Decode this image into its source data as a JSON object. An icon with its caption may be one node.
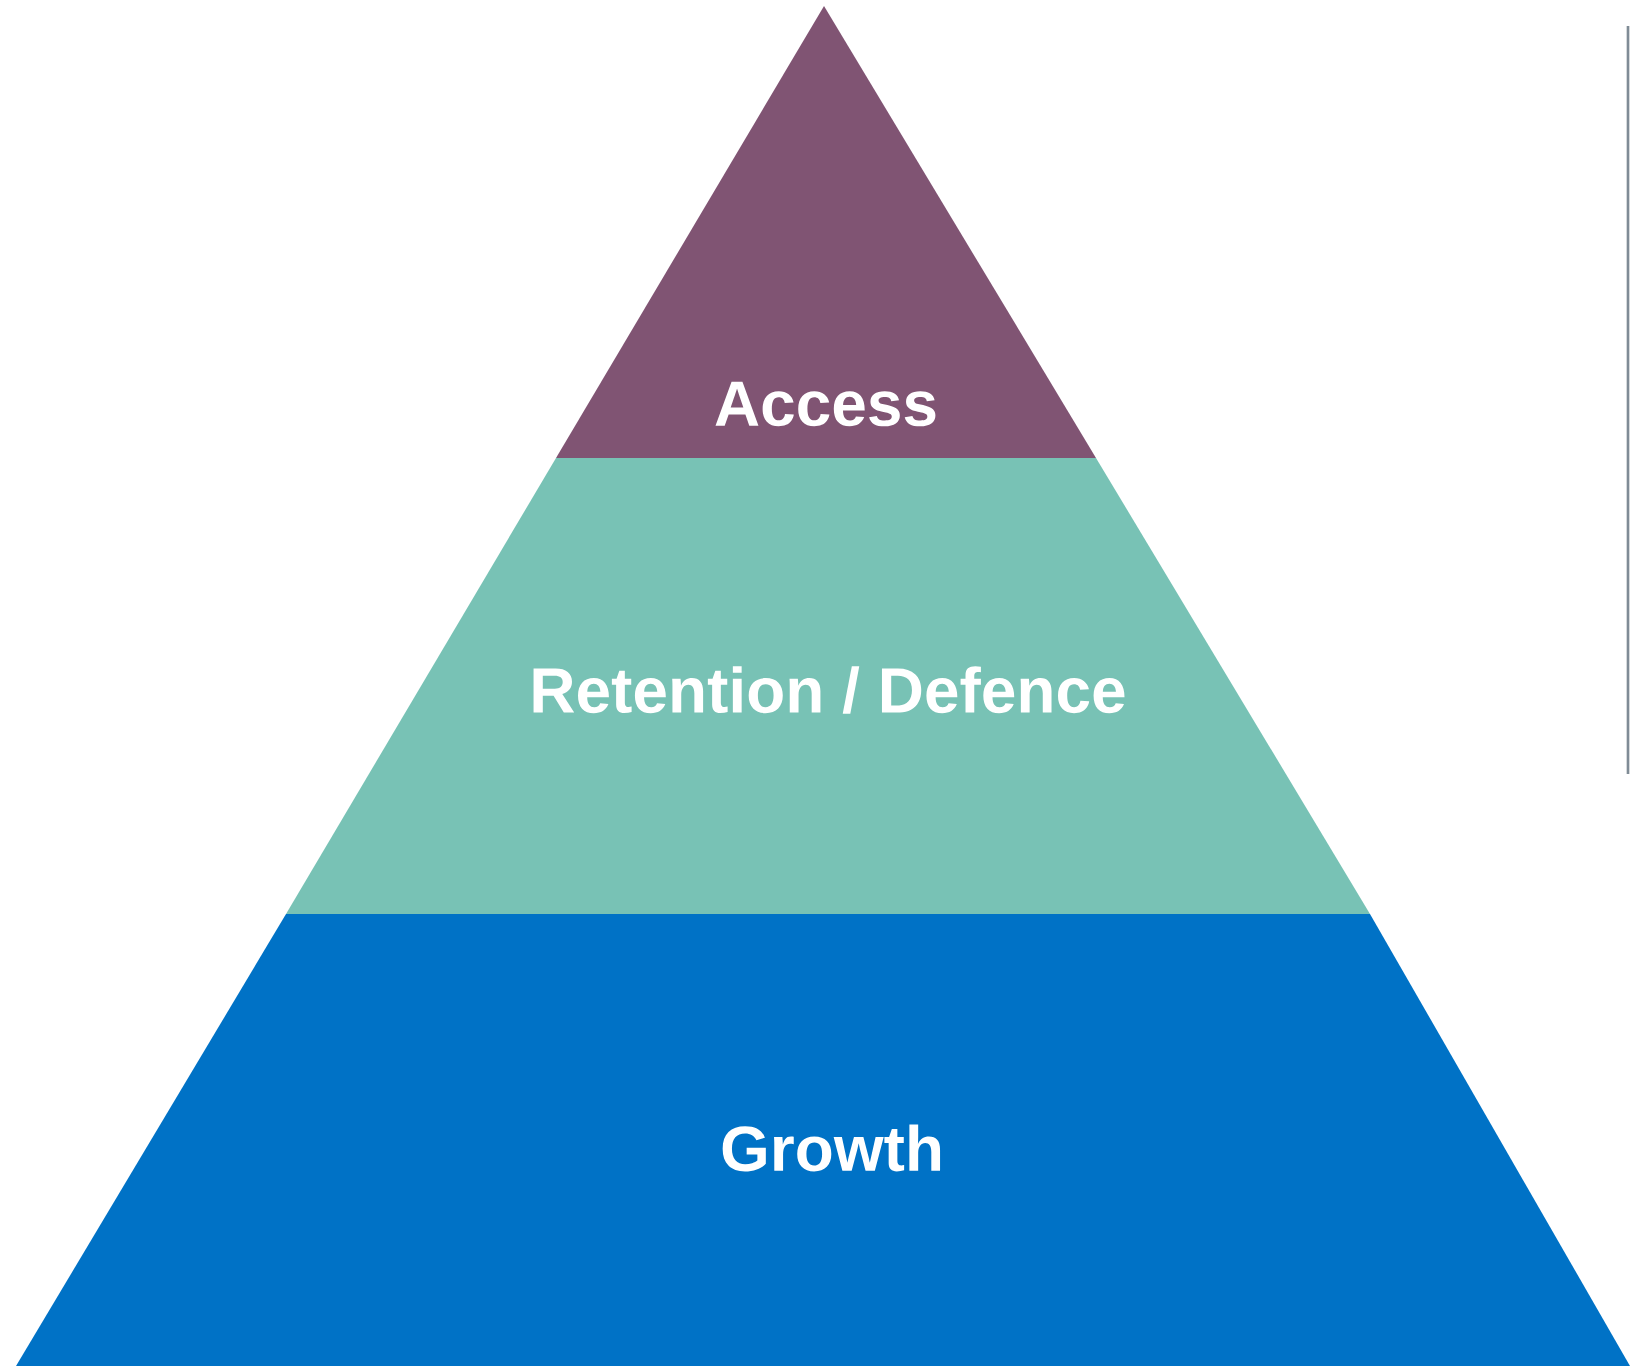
{
  "diagram": {
    "nodes": [
      {
        "text": [
          "Access"
        ]
      },
      {
        "text": [
          "Retention / Defence"
        ]
      },
      {
        "text": [
          "Growth"
        ]
      }
    ]
  }
}
